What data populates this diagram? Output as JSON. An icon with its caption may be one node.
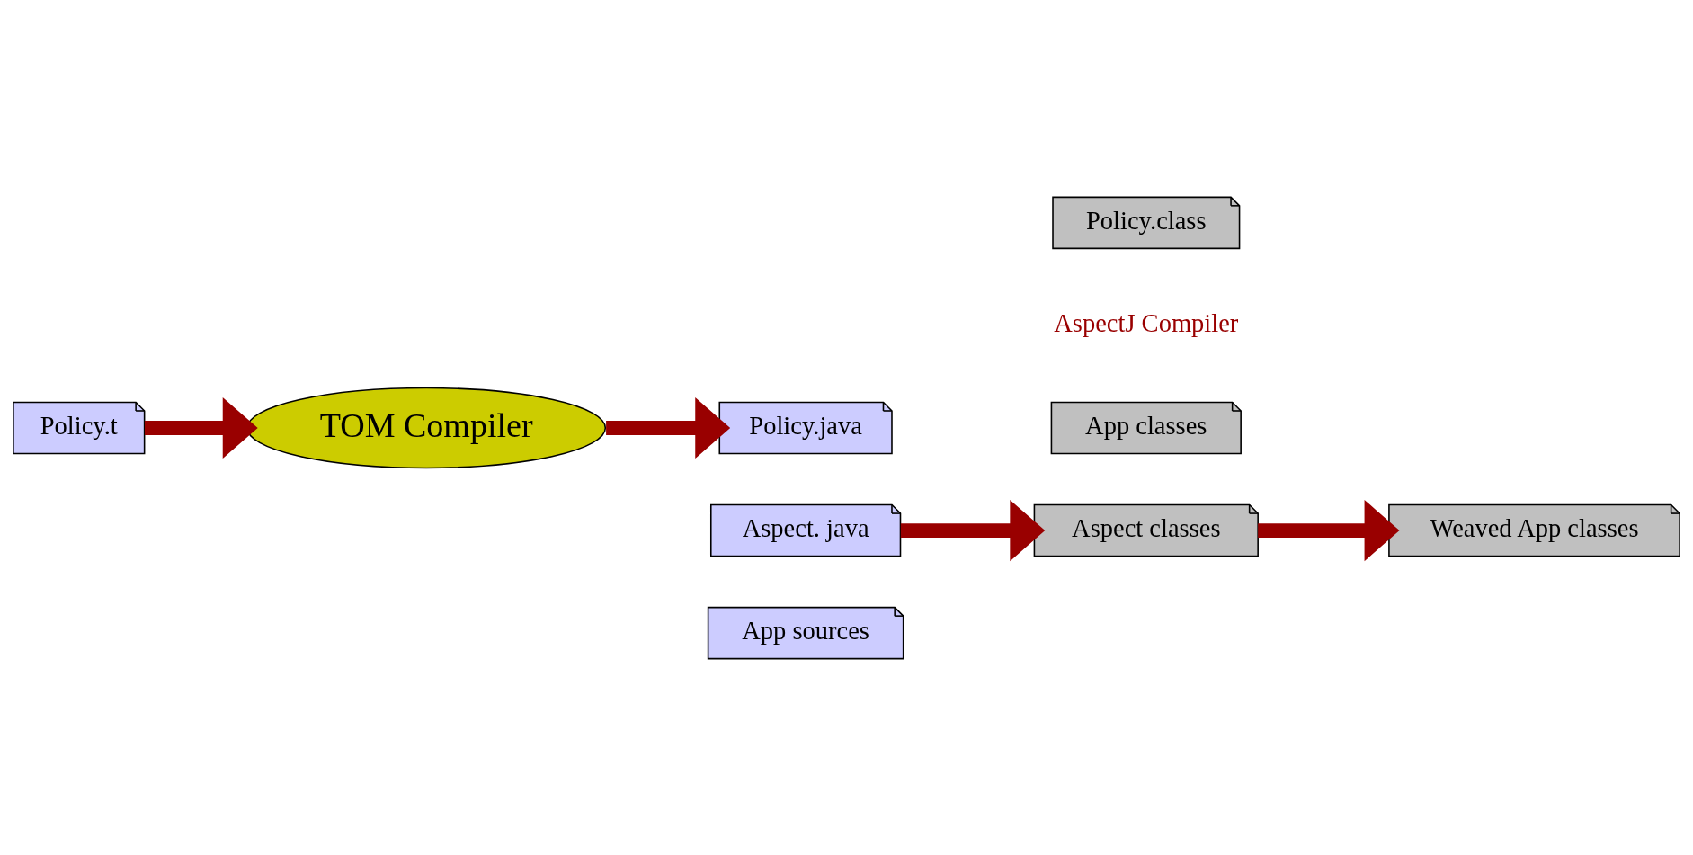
{
  "diagram": {
    "nodes": [
      {
        "text": [
          "App sources"
        ]
      },
      {
        "text": [
          "Aspect. java"
        ]
      },
      {
        "text": [
          "Policy.java"
        ]
      },
      {
        "text": [
          "App classes"
        ]
      },
      {
        "text": [
          "Aspect classes"
        ]
      },
      {
        "text": [
          "Policy.class"
        ]
      },
      {
        "text": [
          "Weaved App classes"
        ]
      },
      {
        "text": [
          "TOM Compiler"
        ]
      },
      {
        "text": [
          "Policy.t"
        ]
      }
    ],
    "edges": [
      {
        "from": 8,
        "to": 7,
        "arrow": "to"
      },
      {
        "from": 7,
        "to": 2,
        "arrow": "to"
      },
      {
        "from": 1,
        "to": 4,
        "arrow": "to"
      },
      {
        "from": 4,
        "to": 6,
        "arrow": "to"
      }
    ],
    "labels": [
      "AspectJ Compiler"
    ]
  }
}
